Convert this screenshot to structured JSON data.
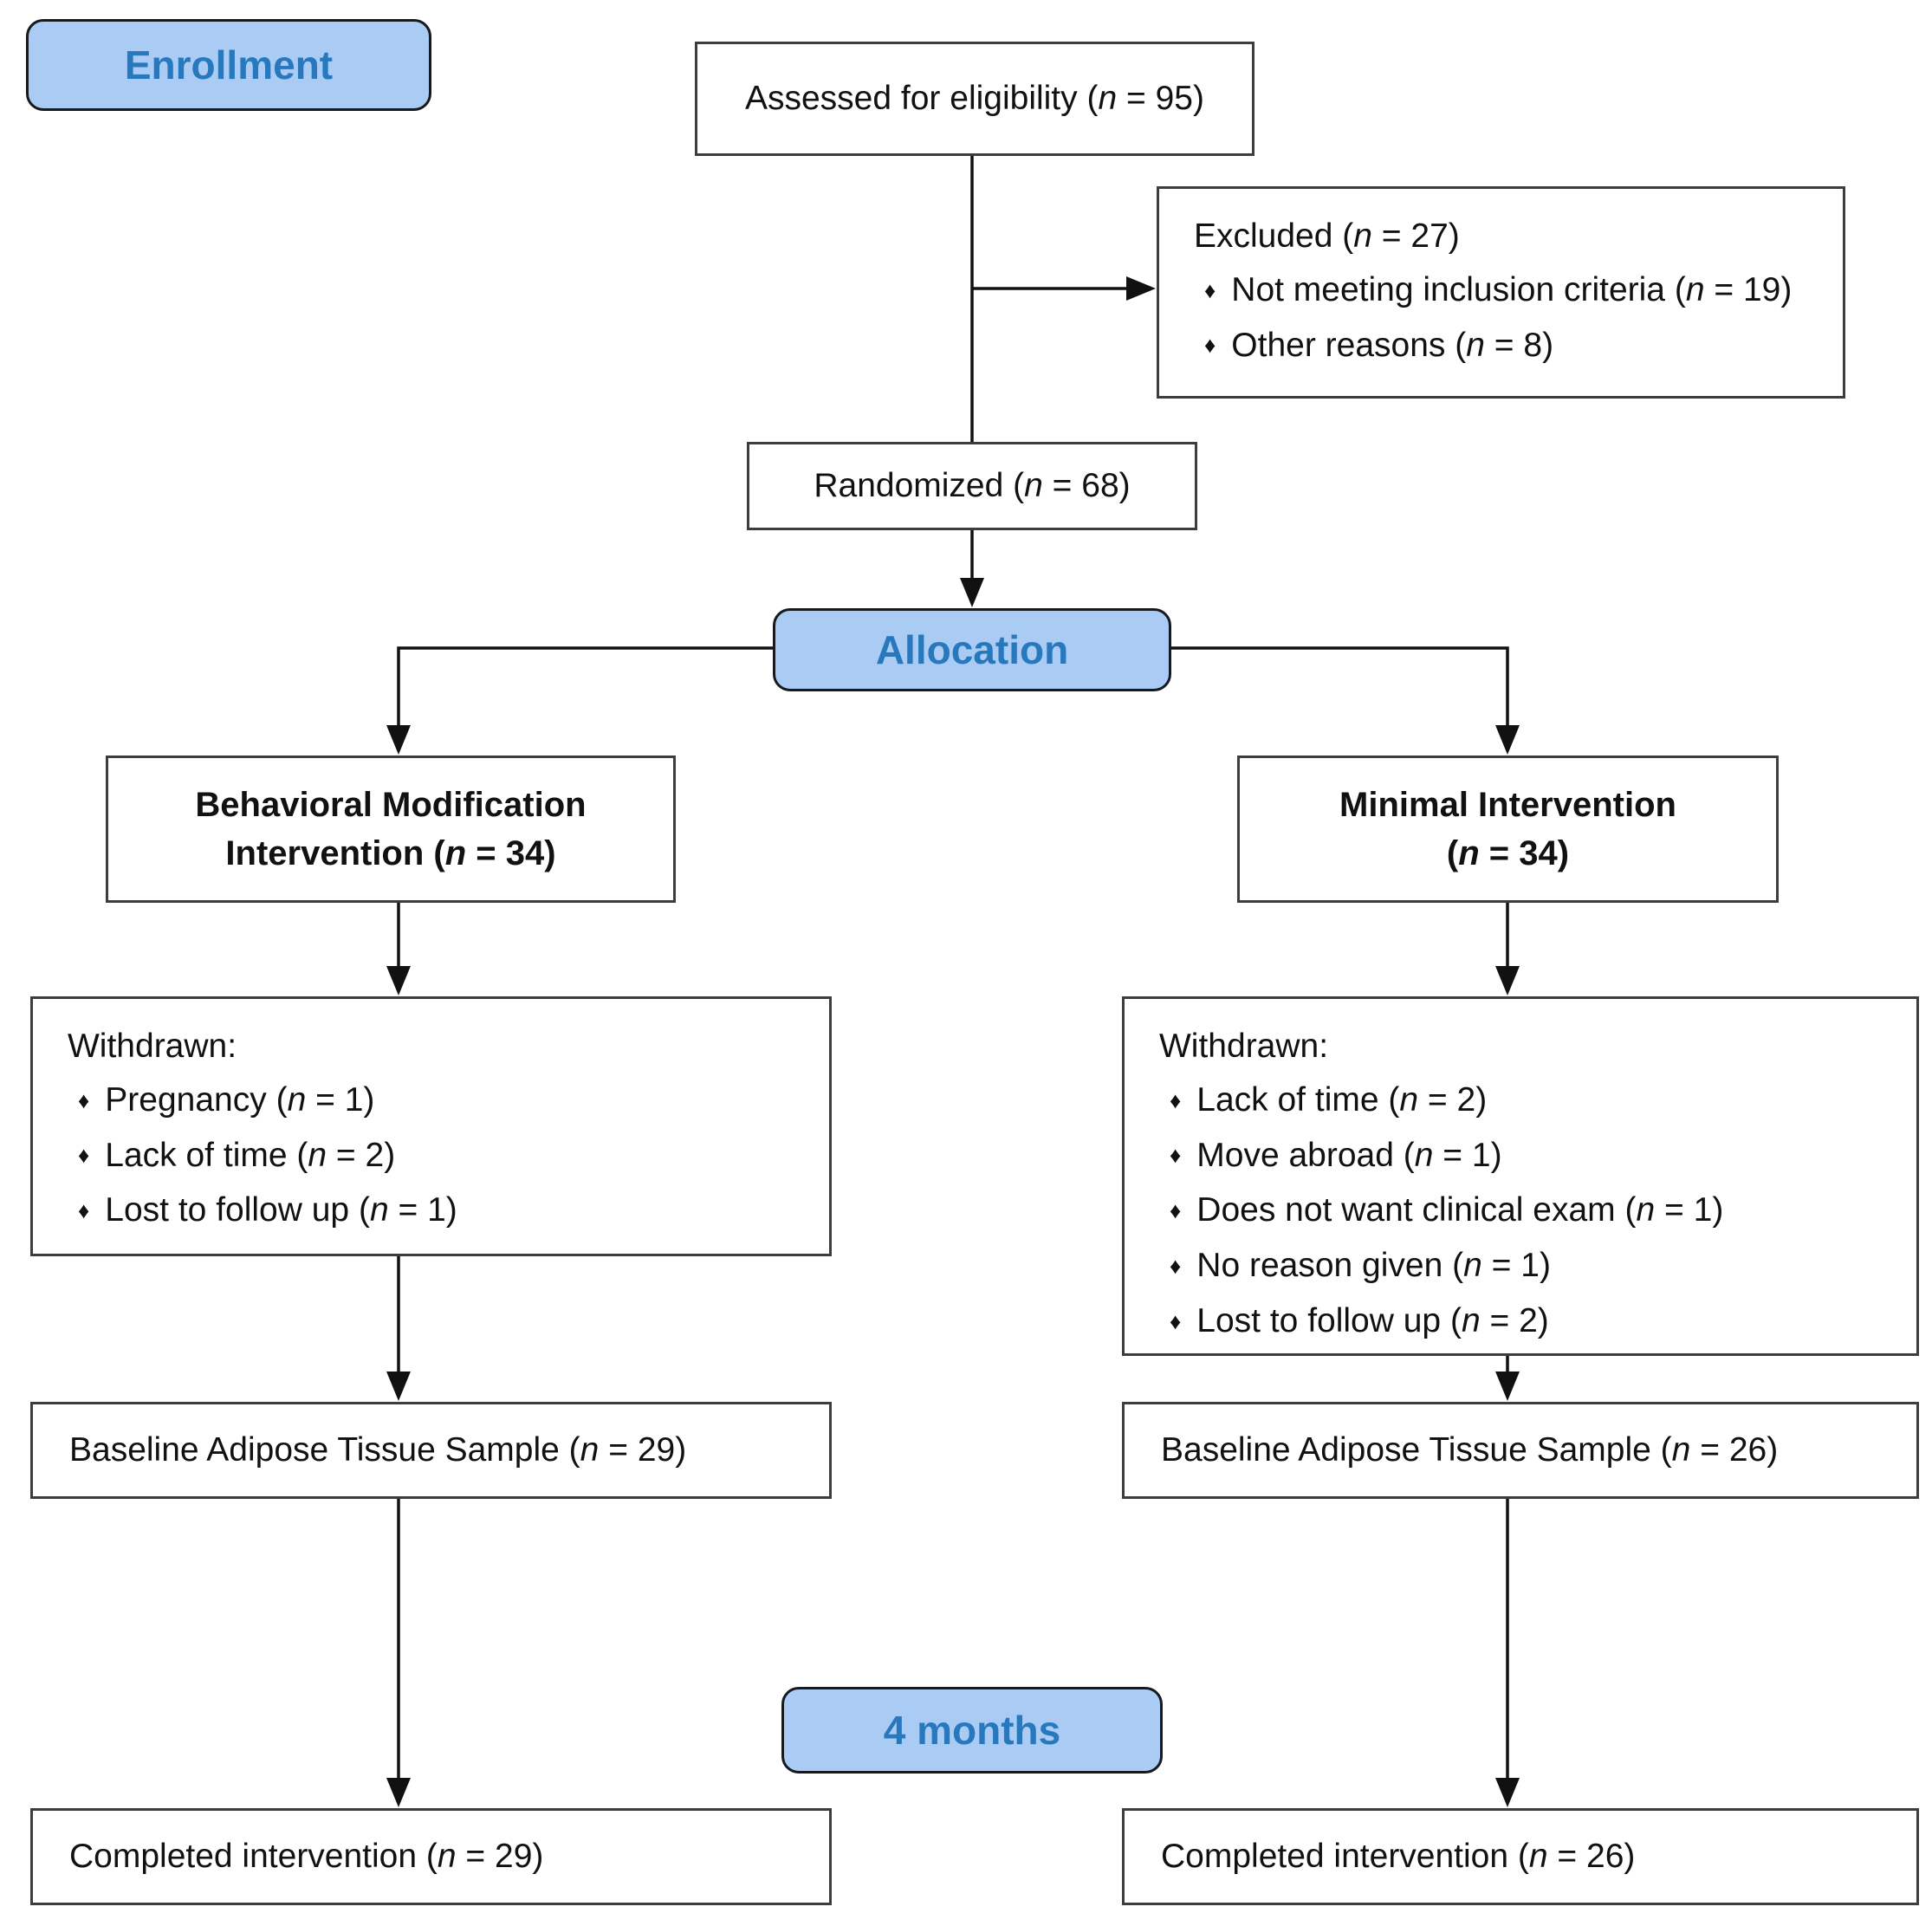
{
  "palette": {
    "stage_fill": "#A9CBF4",
    "stage_text": "#2878BE",
    "box_border": "#3d3d3d",
    "line_color": "#111111"
  },
  "stage_labels": {
    "enrollment": "Enrollment",
    "allocation": "Allocation",
    "four_months": "4 months"
  },
  "boxes": {
    "assessed": {
      "text": "Assessed for eligibility (n = 95)"
    },
    "excluded": {
      "title": "Excluded (n = 27)",
      "bullets": [
        "Not meeting inclusion criteria (n = 19)",
        "Other reasons (n = 8)"
      ]
    },
    "randomized": {
      "text": "Randomized (n = 68)"
    },
    "behavioral": {
      "line1": "Behavioral Modification",
      "line2": "Intervention (n = 34)"
    },
    "minimal": {
      "line1": "Minimal Intervention",
      "line2": "(n = 34)"
    },
    "withdrawn_left": {
      "title": "Withdrawn:",
      "bullets": [
        "Pregnancy (n = 1)",
        "Lack of time (n = 2)",
        "Lost to follow up (n = 1)"
      ]
    },
    "withdrawn_right": {
      "title": "Withdrawn:",
      "bullets": [
        "Lack of time (n = 2)",
        "Move abroad (n = 1)",
        "Does not want clinical exam (n = 1)",
        "No reason given (n = 1)",
        "Lost to follow up (n = 2)"
      ]
    },
    "baseline_left": {
      "text": "Baseline Adipose Tissue Sample (n = 29)"
    },
    "baseline_right": {
      "text": "Baseline Adipose Tissue Sample (n = 26)"
    },
    "completed_left": {
      "text": "Completed intervention (n = 29)"
    },
    "completed_right": {
      "text": "Completed intervention (n = 26)"
    }
  }
}
